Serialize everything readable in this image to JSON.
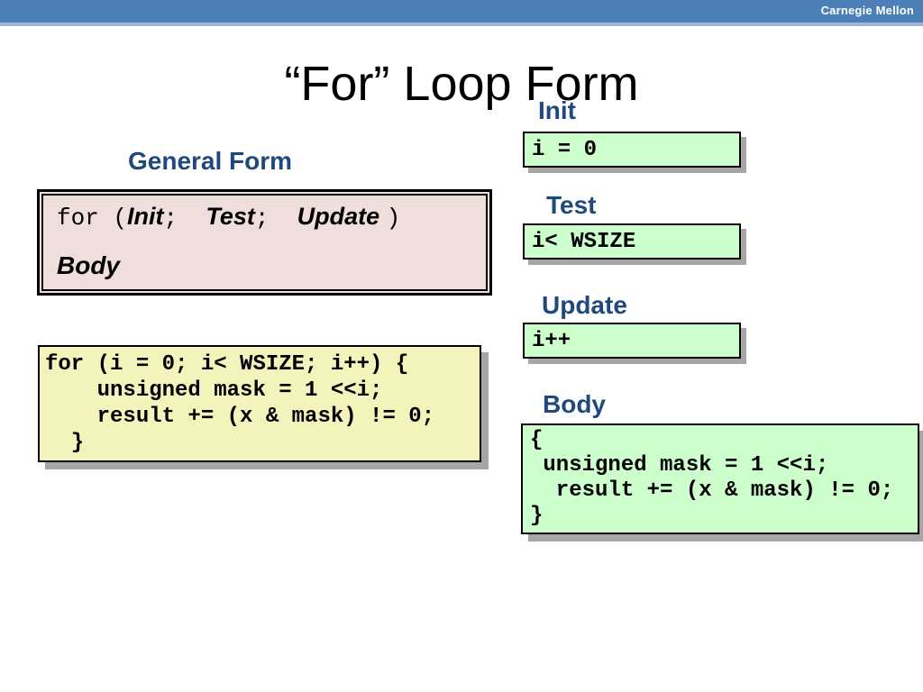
{
  "header": {
    "brand": "Carnegie Mellon"
  },
  "title": "“For” Loop Form",
  "general_form": {
    "label": "General Form",
    "line1_segments": [
      {
        "text": "for (",
        "style": "mono"
      },
      {
        "text": "Init",
        "style": "it"
      },
      {
        "text": ";  ",
        "style": "mono"
      },
      {
        "text": "Test",
        "style": "it"
      },
      {
        "text": ";  ",
        "style": "mono"
      },
      {
        "text": "Update ",
        "style": "it"
      },
      {
        "text": ")",
        "style": "mono"
      }
    ],
    "line2": "Body"
  },
  "example_code": {
    "lines": [
      "for (i = 0; i< WSIZE; i++) {",
      "    unsigned mask = 1 <<i;",
      "    result += (x & mask) != 0;",
      "  }"
    ]
  },
  "parts": [
    {
      "id": "init",
      "label": "Init",
      "code_lines": [
        "i = 0"
      ]
    },
    {
      "id": "test",
      "label": "Test",
      "code_lines": [
        "i< WSIZE"
      ]
    },
    {
      "id": "update",
      "label": "Update",
      "code_lines": [
        "i++"
      ]
    },
    {
      "id": "body",
      "label": "Body",
      "code_lines": [
        "{",
        " unsigned mask = 1 <<i;",
        "  result += (x & mask) != 0;",
        "}"
      ]
    }
  ],
  "colors": {
    "bar_blue": "#4D7FB9",
    "bar_strip": "#9DB5D6",
    "label_blue": "#1F497D",
    "pink_fill": "#F0DEDD",
    "yellow_fill": "#F5F3BC",
    "green_fill": "#CCFFCC",
    "shadow_gray": "#A6A6A6"
  }
}
